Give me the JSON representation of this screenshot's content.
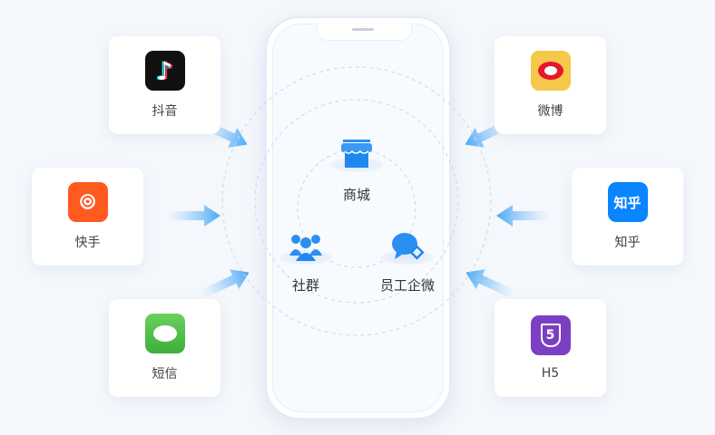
{
  "left_channels": [
    {
      "label": "抖音",
      "icon": "douyin-icon"
    },
    {
      "label": "快手",
      "icon": "kuaishou-icon"
    },
    {
      "label": "短信",
      "icon": "sms-icon"
    }
  ],
  "right_channels": [
    {
      "label": "微博",
      "icon": "weibo-icon"
    },
    {
      "label": "知乎",
      "icon": "zhihu-icon",
      "icon_text": "知乎"
    },
    {
      "label": "H5",
      "icon": "html5-icon",
      "icon_text": "5"
    }
  ],
  "hub": [
    {
      "label": "商城",
      "icon": "store-icon"
    },
    {
      "label": "社群",
      "icon": "community-icon"
    },
    {
      "label": "员工企微",
      "icon": "wecom-icon"
    }
  ],
  "colors": {
    "accent": "#1e88f0",
    "kuaishou": "#ff5a1f",
    "sms": "#4caf50",
    "zhihu": "#0a84ff",
    "h5": "#7b3fc1",
    "weibo": "#f5c84a"
  }
}
